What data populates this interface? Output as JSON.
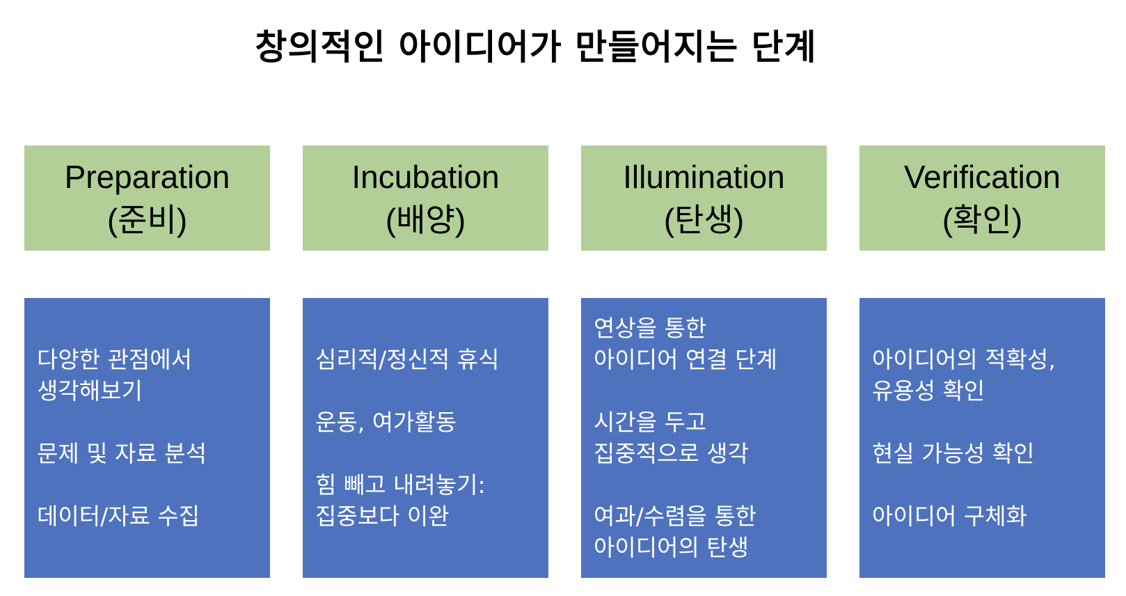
{
  "title": "창의적인 아이디어가 만들어지는 단계",
  "colors": {
    "header_bg": "#b1cf97",
    "body_bg": "#4e72be",
    "body_text": "#ffffff",
    "title_text": "#000000"
  },
  "stages": [
    {
      "name": "Preparation",
      "korean": "(준비)",
      "items": [
        "다양한 관점에서\n생각해보기",
        "문제 및 자료 분석",
        "데이터/자료 수집"
      ]
    },
    {
      "name": "Incubation",
      "korean": "(배양)",
      "items": [
        "심리적/정신적 휴식",
        "운동, 여가활동",
        "힘 빼고 내려놓기:\n집중보다 이완"
      ]
    },
    {
      "name": "Illumination",
      "korean": "(탄생)",
      "items": [
        "연상을 통한\n아이디어 연결 단계",
        "시간을 두고\n집중적으로 생각",
        "여과/수렴을 통한\n아이디어의 탄생"
      ]
    },
    {
      "name": "Verification",
      "korean": "(확인)",
      "items": [
        "아이디어의 적확성,\n유용성 확인",
        "현실 가능성 확인",
        "아이디어 구체화"
      ]
    }
  ]
}
